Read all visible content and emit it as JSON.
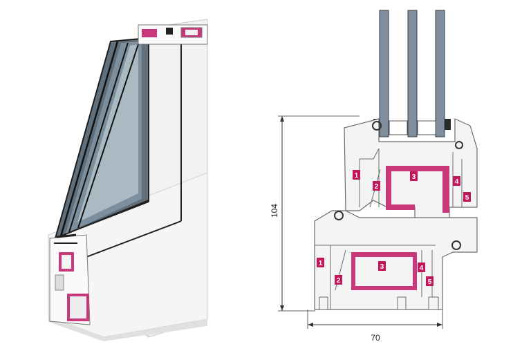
{
  "dimensions": {
    "height_label": "104",
    "width_label": "70"
  },
  "callouts": {
    "sash_chambers": [
      "1",
      "2",
      "3",
      "4",
      "5"
    ],
    "frame_chambers": [
      "1",
      "2",
      "3",
      "4",
      "5"
    ]
  },
  "colors": {
    "pvc_white": "#f4f4f4",
    "pvc_outline": "#6b6b6b",
    "glass": "#7e8e9c",
    "glass_dark": "#37414a",
    "gasket": "#2a2a2a",
    "steel": "#c8387a",
    "label_bg": "#c2185b",
    "spacer_green": "#8fcf8f"
  }
}
